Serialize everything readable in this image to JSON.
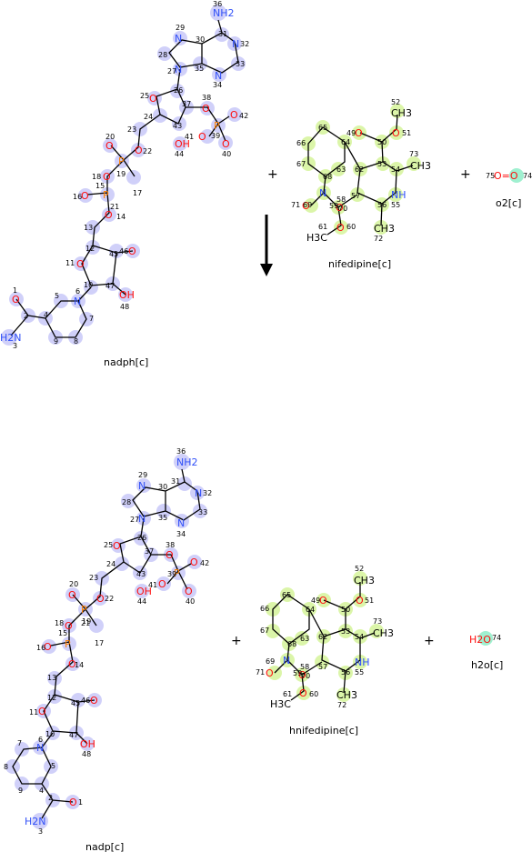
{
  "reaction": {
    "plus_sign": "+",
    "substrates": [
      {
        "id": "nadph",
        "label": "nadph[c]"
      },
      {
        "id": "nifedipine",
        "label": "nifedipine[c]"
      },
      {
        "id": "o2",
        "label": "o2[c]"
      }
    ],
    "products": [
      {
        "id": "nadp",
        "label": "nadp[c]"
      },
      {
        "id": "hnifedipine",
        "label": "hnifedipine[c]"
      },
      {
        "id": "h2o",
        "label": "h2o[c]"
      }
    ]
  },
  "atom_labels": {
    "nh2": "NH2",
    "n": "N",
    "o": "O",
    "p": "P",
    "h2n": "H2N",
    "ch3": "CH3",
    "h3c": "H3C",
    "nh": "NH",
    "oh": "OH",
    "h2o": "H2O",
    "o2": "O=O"
  },
  "numbers": {
    "nadph": [
      "36",
      "29",
      "31",
      "28",
      "30",
      "32",
      "27",
      "35",
      "33",
      "34",
      "26",
      "25",
      "37",
      "38",
      "24",
      "23",
      "43",
      "42",
      "41",
      "39",
      "40",
      "20",
      "22",
      "21",
      "19",
      "44",
      "18",
      "15",
      "17",
      "16",
      "14",
      "13",
      "12",
      "11",
      "45",
      "46",
      "10",
      "47",
      "48",
      "1",
      "5",
      "6",
      "2",
      "4",
      "7",
      "3",
      "9",
      "8"
    ],
    "nifedipine": [
      "52",
      "49",
      "50",
      "51",
      "65",
      "64",
      "73",
      "66",
      "63",
      "53",
      "54",
      "67",
      "68",
      "62",
      "58",
      "57",
      "69",
      "56",
      "55",
      "71",
      "70",
      "61",
      "60",
      "72",
      "59"
    ],
    "o2": [
      "75",
      "74"
    ],
    "nadp": [
      "36",
      "29",
      "31",
      "28",
      "30",
      "32",
      "27",
      "35",
      "33",
      "34",
      "26",
      "25",
      "37",
      "38",
      "24",
      "23",
      "43",
      "42",
      "41",
      "39",
      "40",
      "20",
      "22",
      "21",
      "19",
      "44",
      "18",
      "15",
      "17",
      "16",
      "14",
      "13",
      "12",
      "11",
      "45",
      "46",
      "10",
      "47",
      "48",
      "7",
      "6",
      "5",
      "8",
      "4",
      "9",
      "2",
      "1",
      "3"
    ],
    "hnifedipine": [
      "52",
      "49",
      "50",
      "51",
      "65",
      "64",
      "73",
      "66",
      "63",
      "53",
      "54",
      "67",
      "68",
      "62",
      "58",
      "57",
      "69",
      "56",
      "55",
      "71",
      "70",
      "61",
      "60",
      "72",
      "59"
    ],
    "h2o": [
      "74"
    ]
  },
  "colors": {
    "nad_highlight": "#c8c8f8",
    "nifedipine_highlight": "#d8f5a0",
    "water_highlight": "#a0f0d0",
    "nitrogen": "#3050F8",
    "oxygen": "#FF0D0D",
    "phosphorus": "#FF8000"
  }
}
